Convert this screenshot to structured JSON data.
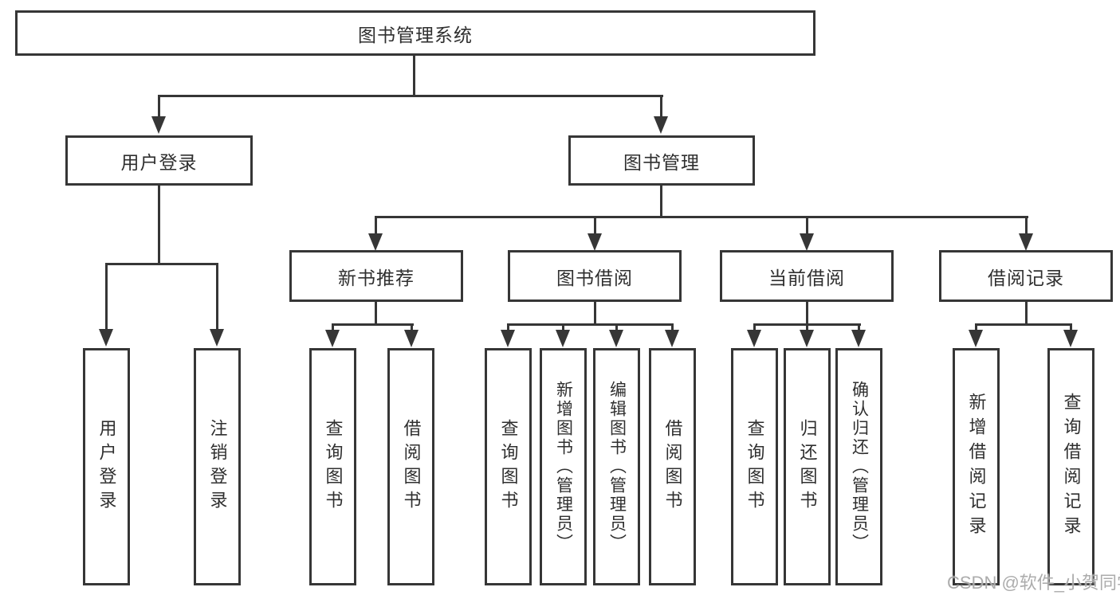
{
  "diagram": {
    "title": "图书管理系统",
    "root": {
      "label": "图书管理系统"
    },
    "level2": [
      {
        "label": "用户登录"
      },
      {
        "label": "图书管理"
      }
    ],
    "level3": [
      {
        "label": "新书推荐"
      },
      {
        "label": "图书借阅"
      },
      {
        "label": "当前借阅"
      },
      {
        "label": "借阅记录"
      }
    ],
    "leaves": {
      "user_login": [
        {
          "label": "用户登录"
        },
        {
          "label": "注销登录"
        }
      ],
      "new_book_recommend": [
        {
          "label": "查询图书"
        },
        {
          "label": "借阅图书"
        }
      ],
      "book_borrow": [
        {
          "label": "查询图书"
        },
        {
          "label": "新增图书（管理员）"
        },
        {
          "label": "编辑图书（管理员）"
        },
        {
          "label": "借阅图书"
        }
      ],
      "current_borrow": [
        {
          "label": "查询图书"
        },
        {
          "label": "归还图书"
        },
        {
          "label": "确认归还（管理员）"
        }
      ],
      "borrow_records": [
        {
          "label": "新增借阅记录"
        },
        {
          "label": "查询借阅记录"
        }
      ]
    },
    "watermark": "CSDN @软件_小贺同学",
    "colors": {
      "line": "#363636",
      "text": "#2f2f2f",
      "watermark": "#a8a8a8",
      "background": "#ffffff"
    }
  }
}
